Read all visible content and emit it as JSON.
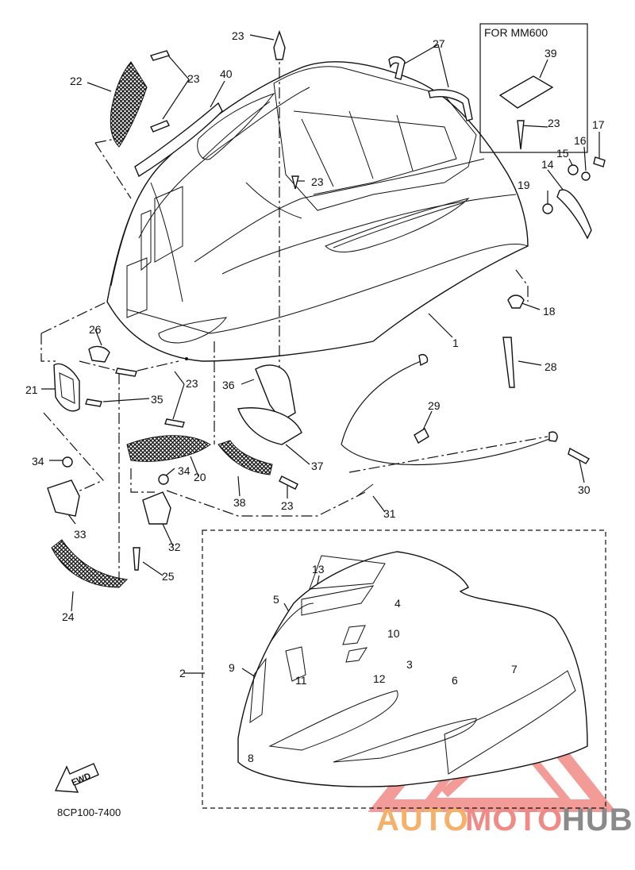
{
  "diagram": {
    "code": "8CP100-7400",
    "inset_box_title": "FOR MM600",
    "fwd_label": "FWD",
    "callouts": [
      {
        "id": "c-23a",
        "text": "23"
      },
      {
        "id": "c-22",
        "text": "22"
      },
      {
        "id": "c-23b",
        "text": "23"
      },
      {
        "id": "c-40",
        "text": "40"
      },
      {
        "id": "c-27",
        "text": "27"
      },
      {
        "id": "c-39",
        "text": "39"
      },
      {
        "id": "c-23c",
        "text": "23"
      },
      {
        "id": "c-17",
        "text": "17"
      },
      {
        "id": "c-16",
        "text": "16"
      },
      {
        "id": "c-15",
        "text": "15"
      },
      {
        "id": "c-14",
        "text": "14"
      },
      {
        "id": "c-19",
        "text": "19"
      },
      {
        "id": "c-23d",
        "text": "23"
      },
      {
        "id": "c-18",
        "text": "18"
      },
      {
        "id": "c-1",
        "text": "1"
      },
      {
        "id": "c-28",
        "text": "28"
      },
      {
        "id": "c-26",
        "text": "26"
      },
      {
        "id": "c-21",
        "text": "21"
      },
      {
        "id": "c-23e",
        "text": "23"
      },
      {
        "id": "c-35",
        "text": "35"
      },
      {
        "id": "c-36",
        "text": "36"
      },
      {
        "id": "c-29",
        "text": "29"
      },
      {
        "id": "c-34a",
        "text": "34"
      },
      {
        "id": "c-34b",
        "text": "34"
      },
      {
        "id": "c-20",
        "text": "20"
      },
      {
        "id": "c-37",
        "text": "37"
      },
      {
        "id": "c-33",
        "text": "33"
      },
      {
        "id": "c-38",
        "text": "38"
      },
      {
        "id": "c-23f",
        "text": "23"
      },
      {
        "id": "c-30",
        "text": "30"
      },
      {
        "id": "c-31",
        "text": "31"
      },
      {
        "id": "c-32",
        "text": "32"
      },
      {
        "id": "c-25",
        "text": "25"
      },
      {
        "id": "c-24",
        "text": "24"
      },
      {
        "id": "c-13",
        "text": "13"
      },
      {
        "id": "c-5",
        "text": "5"
      },
      {
        "id": "c-4",
        "text": "4"
      },
      {
        "id": "c-10",
        "text": "10"
      },
      {
        "id": "c-9",
        "text": "9"
      },
      {
        "id": "c-11",
        "text": "11"
      },
      {
        "id": "c-12",
        "text": "12"
      },
      {
        "id": "c-3",
        "text": "3"
      },
      {
        "id": "c-6",
        "text": "6"
      },
      {
        "id": "c-7",
        "text": "7"
      },
      {
        "id": "c-2",
        "text": "2"
      },
      {
        "id": "c-8",
        "text": "8"
      }
    ]
  },
  "watermark": {
    "part1": "AUTO",
    "part2": "MOTO",
    "part3": "HUB",
    "colors": {
      "auto": "#f5b06a",
      "moto": "#f08a86",
      "hub": "#8a8a8a",
      "triangle": "#f08a86"
    }
  }
}
